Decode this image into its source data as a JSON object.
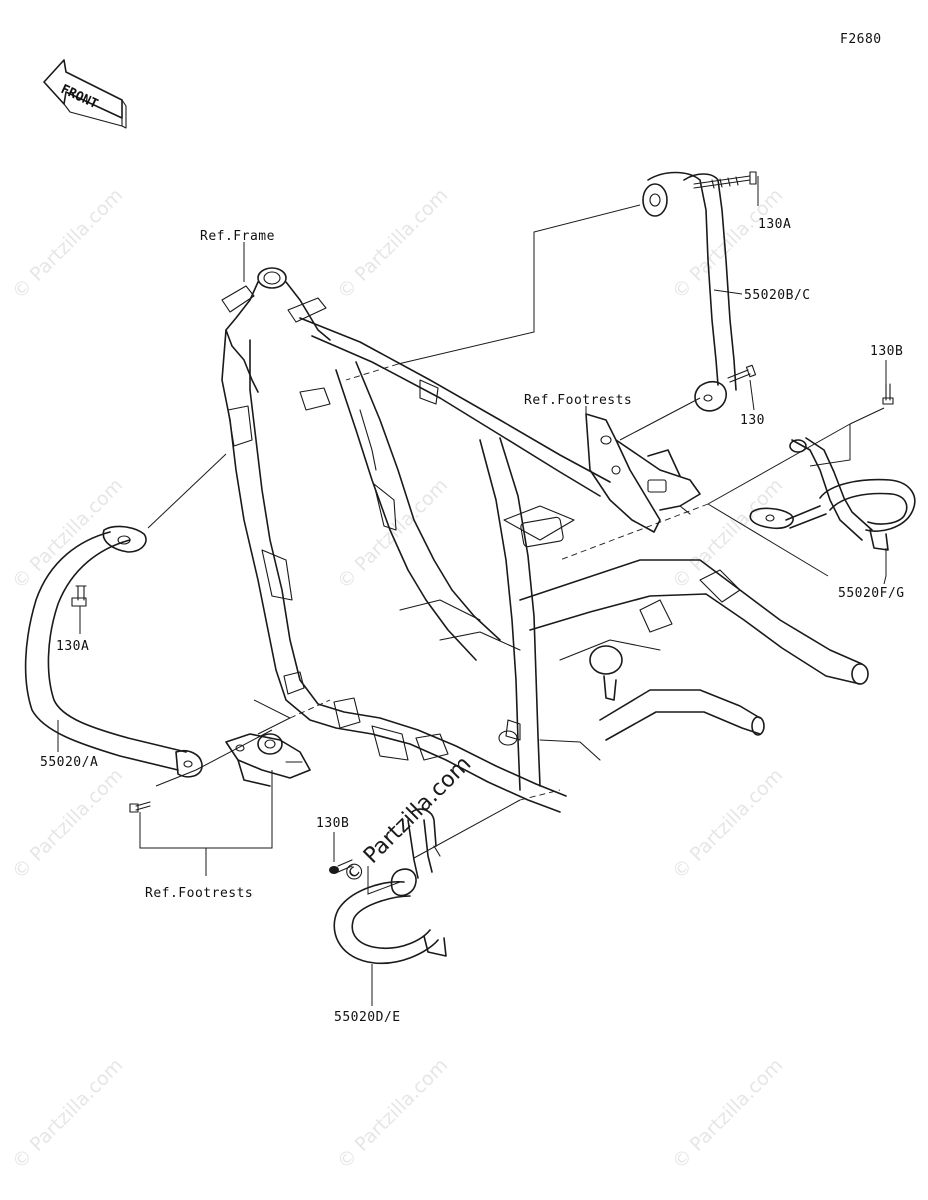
{
  "diagram": {
    "code": "F2680",
    "front_arrow_label": "FRONT",
    "watermark_text": "© Partzilla.com",
    "labels": {
      "ref_frame": "Ref.Frame",
      "ref_footrests_right": "Ref.Footrests",
      "ref_footrests_left": "Ref.Footrests",
      "p130a_top": "130A",
      "p130a_left": "130A",
      "p130": "130",
      "p130b_right": "130B",
      "p130b_bottom": "130B",
      "p55020bc": "55020B/C",
      "p55020fg": "55020F/G",
      "p55020a": "55020/A",
      "p55020de": "55020D/E"
    }
  }
}
